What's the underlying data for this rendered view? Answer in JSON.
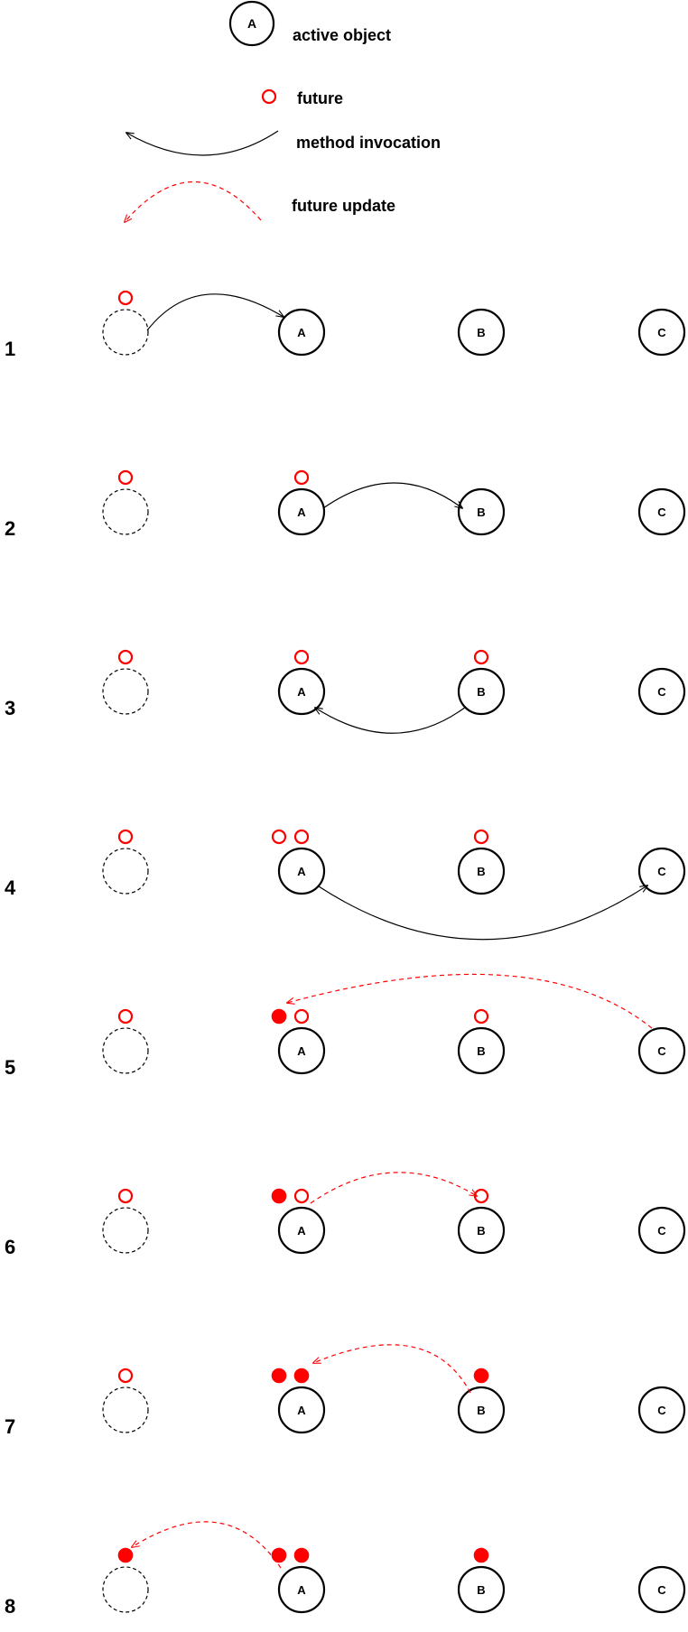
{
  "legend": {
    "active_object_letter": "A",
    "active_object_label": "active object",
    "future_label": "future",
    "method_invocation_label": "method invocation",
    "future_update_label": "future update"
  },
  "objects": [
    {
      "id": "caller",
      "letter": ""
    },
    {
      "id": "A",
      "letter": "A"
    },
    {
      "id": "B",
      "letter": "B"
    },
    {
      "id": "C",
      "letter": "C"
    }
  ],
  "steps": [
    {
      "label": "1",
      "futures": [
        {
          "at": "caller",
          "state": "pending"
        }
      ],
      "arrow": {
        "kind": "method-invocation",
        "from": "caller",
        "to": "A"
      }
    },
    {
      "label": "2",
      "futures": [
        {
          "at": "caller",
          "state": "pending"
        },
        {
          "at": "A",
          "state": "pending"
        }
      ],
      "arrow": {
        "kind": "method-invocation",
        "from": "A",
        "to": "B"
      }
    },
    {
      "label": "3",
      "futures": [
        {
          "at": "caller",
          "state": "pending"
        },
        {
          "at": "A",
          "state": "pending"
        },
        {
          "at": "B",
          "state": "pending"
        }
      ],
      "arrow": {
        "kind": "method-invocation",
        "from": "B",
        "to": "A"
      }
    },
    {
      "label": "4",
      "futures": [
        {
          "at": "caller",
          "state": "pending"
        },
        {
          "at": "A",
          "state": "pending"
        },
        {
          "at": "A",
          "state": "pending"
        },
        {
          "at": "B",
          "state": "pending"
        }
      ],
      "arrow": {
        "kind": "method-invocation",
        "from": "A",
        "to": "C"
      }
    },
    {
      "label": "5",
      "futures": [
        {
          "at": "caller",
          "state": "pending"
        },
        {
          "at": "A",
          "state": "resolved"
        },
        {
          "at": "A",
          "state": "pending"
        },
        {
          "at": "B",
          "state": "pending"
        }
      ],
      "arrow": {
        "kind": "future-update",
        "from": "C",
        "to": "A"
      }
    },
    {
      "label": "6",
      "futures": [
        {
          "at": "caller",
          "state": "pending"
        },
        {
          "at": "A",
          "state": "resolved"
        },
        {
          "at": "A",
          "state": "pending"
        },
        {
          "at": "B",
          "state": "pending"
        }
      ],
      "arrow": {
        "kind": "future-update",
        "from": "A",
        "to": "B"
      }
    },
    {
      "label": "7",
      "futures": [
        {
          "at": "caller",
          "state": "pending"
        },
        {
          "at": "A",
          "state": "resolved"
        },
        {
          "at": "A",
          "state": "resolved"
        },
        {
          "at": "B",
          "state": "resolved"
        }
      ],
      "arrow": {
        "kind": "future-update",
        "from": "B",
        "to": "A"
      }
    },
    {
      "label": "8",
      "futures": [
        {
          "at": "caller",
          "state": "resolved"
        },
        {
          "at": "A",
          "state": "resolved"
        },
        {
          "at": "A",
          "state": "resolved"
        },
        {
          "at": "B",
          "state": "resolved"
        }
      ],
      "arrow": {
        "kind": "future-update",
        "from": "A",
        "to": "caller"
      }
    }
  ],
  "colors": {
    "ink": "#000000",
    "future": "#ff0000",
    "background": "#ffffff"
  }
}
